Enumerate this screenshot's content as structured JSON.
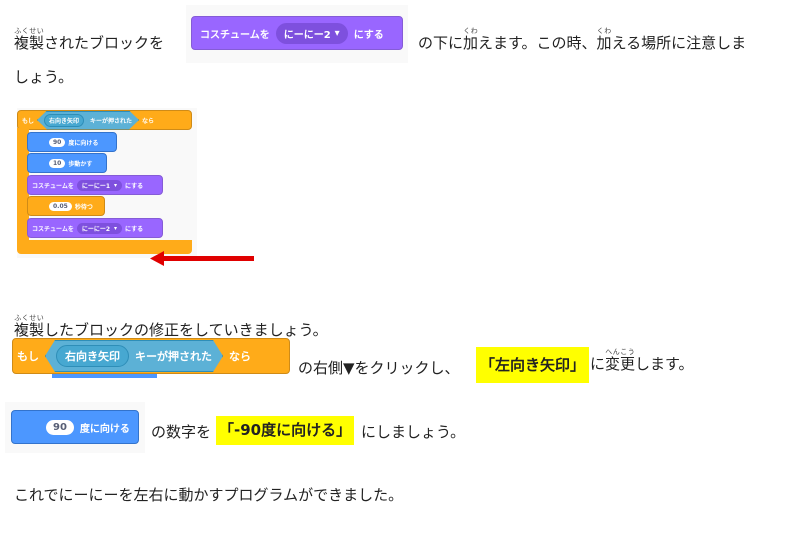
{
  "line1": {
    "ruby_base": "複製",
    "ruby": "ふくせい",
    "before_block": "された​ブロックを",
    "after_block_1": "の下に",
    "kuwa_base": "加",
    "kuwa": "くわ",
    "after_block_2": "えます。この時、",
    "after_block_3": "える場所に注意しま",
    "continuation": "しょう。"
  },
  "block_costume2": {
    "label": "コスチュームを",
    "menu": "にーにー2",
    "suffix": "にする"
  },
  "script": {
    "if": "もし",
    "key": "右向き矢印",
    "key_pressed": "キーが押された",
    "then": "なら",
    "point": "90",
    "point_label": "度に向ける",
    "move": "10",
    "move_label": "歩動かす",
    "costume_label": "コスチュームを",
    "costume1": "にーにー1",
    "costume2": "にーにー2",
    "costume_suffix": "にする",
    "wait": "0.05",
    "wait_label": "秒待つ"
  },
  "line2": {
    "ruby_base": "複製",
    "ruby": "ふくせい",
    "text": "したブロックの修正をしていきましょう。"
  },
  "line3": {
    "text": "の右側▼をクリックし、",
    "highlight": "「左向き矢印」",
    "after": "に",
    "ruby_base": "変更",
    "ruby": "へんこう",
    "end": "します。"
  },
  "line4": {
    "text": "の数字を",
    "highlight": "「-90度に向ける」",
    "after": "にしましょう。"
  },
  "line5": {
    "text": "これでにーにーを左右に動かすプログラムができました。"
  },
  "colors": {
    "highlight": "#ffff00",
    "arrow": "#e00000",
    "purple": "#9966ff",
    "blue": "#4c97ff",
    "orange": "#ffab19"
  }
}
